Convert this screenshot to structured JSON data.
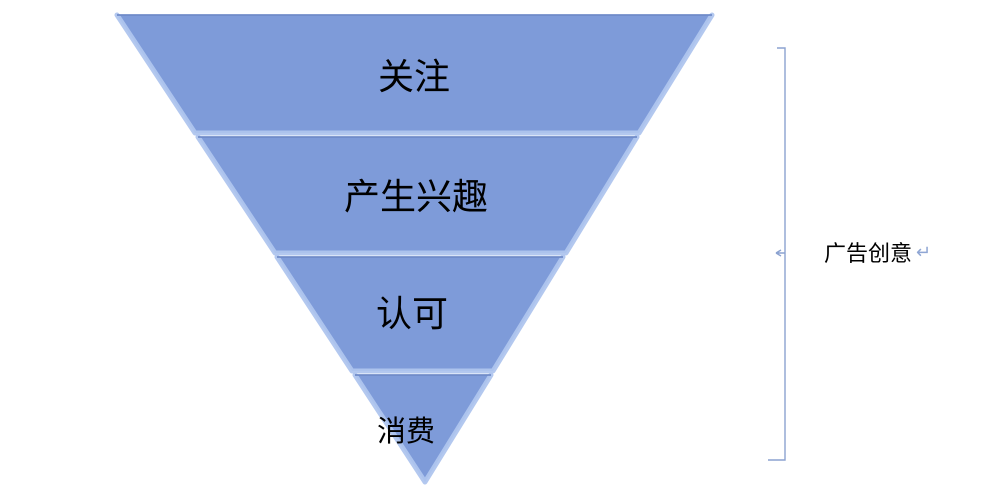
{
  "page": {
    "background": "#FFFFFF",
    "kind": "inverted-pyramid-funnel-diagram"
  },
  "funnel": {
    "levels": [
      {
        "label": "关注"
      },
      {
        "label": "产生兴趣"
      },
      {
        "label": "认可"
      },
      {
        "label": "消费"
      }
    ]
  },
  "annotation": {
    "label": "广告创意",
    "return_mark": "↵"
  },
  "colors": {
    "level_fill": "#7E9BD9",
    "bevel_highlight": "#AFC5EE",
    "edge_dark": "#6E8AC8",
    "bracket": "#8BA2D0",
    "return_mark": "#8FA6D4",
    "label_text": "#000000"
  }
}
